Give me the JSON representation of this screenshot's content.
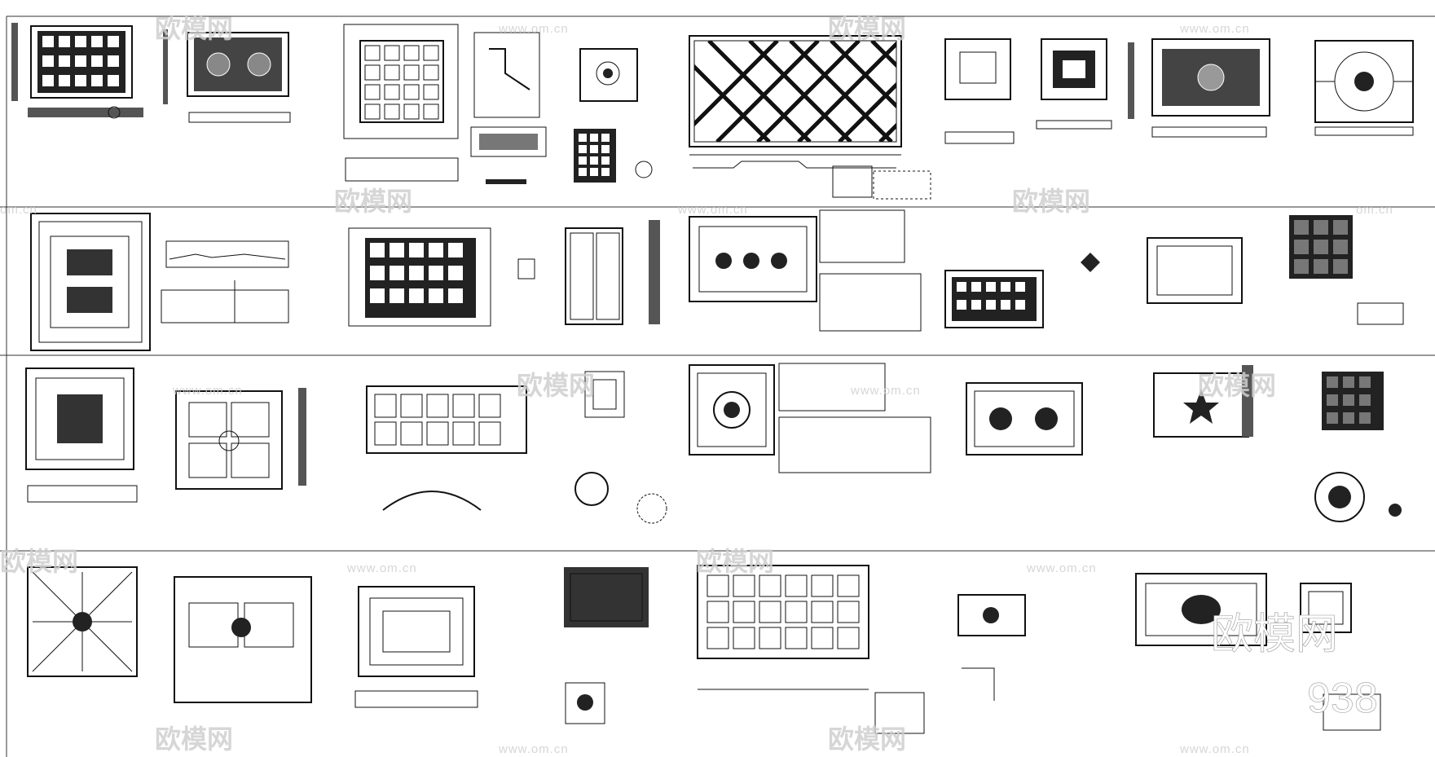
{
  "sheet": {
    "rows": 4,
    "watermark": {
      "brand": "欧模网",
      "url": "www.om.cn",
      "url_short": "om.cn"
    },
    "overlay_id": {
      "prefix": "欧模网",
      "number": "938"
    }
  }
}
